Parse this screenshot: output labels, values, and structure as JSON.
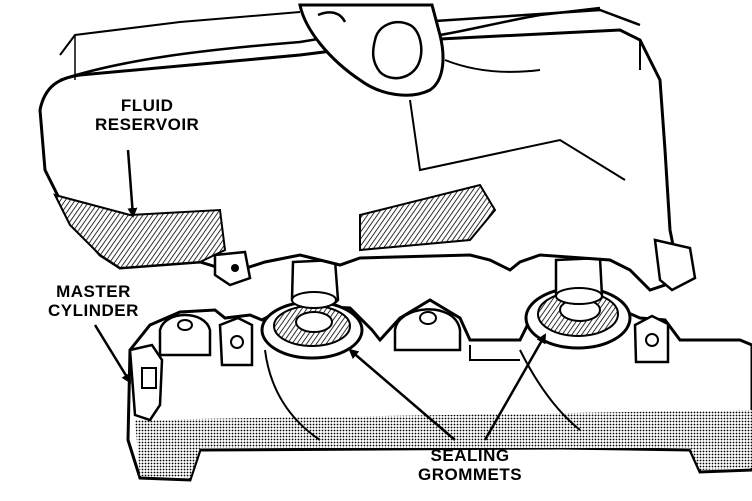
{
  "labels": {
    "fluid_reservoir": [
      "FLUID",
      "RESERVOIR"
    ],
    "master_cylinder": [
      "MASTER",
      "CYLINDER"
    ],
    "sealing_grommets": [
      "SEALING",
      "GROMMETS"
    ]
  },
  "colors": {
    "ink": "#000000",
    "paper": "#ffffff",
    "shade": "#8c8c8c"
  }
}
